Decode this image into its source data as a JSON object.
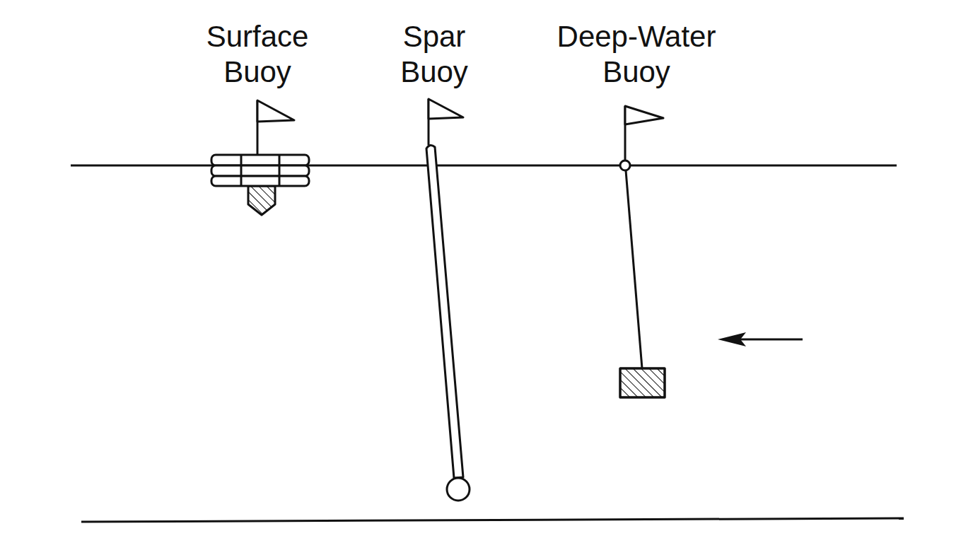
{
  "diagram": {
    "labels": [
      "Surface Buoy",
      "Spar Buoy",
      "Deep-Water Buoy"
    ]
  }
}
